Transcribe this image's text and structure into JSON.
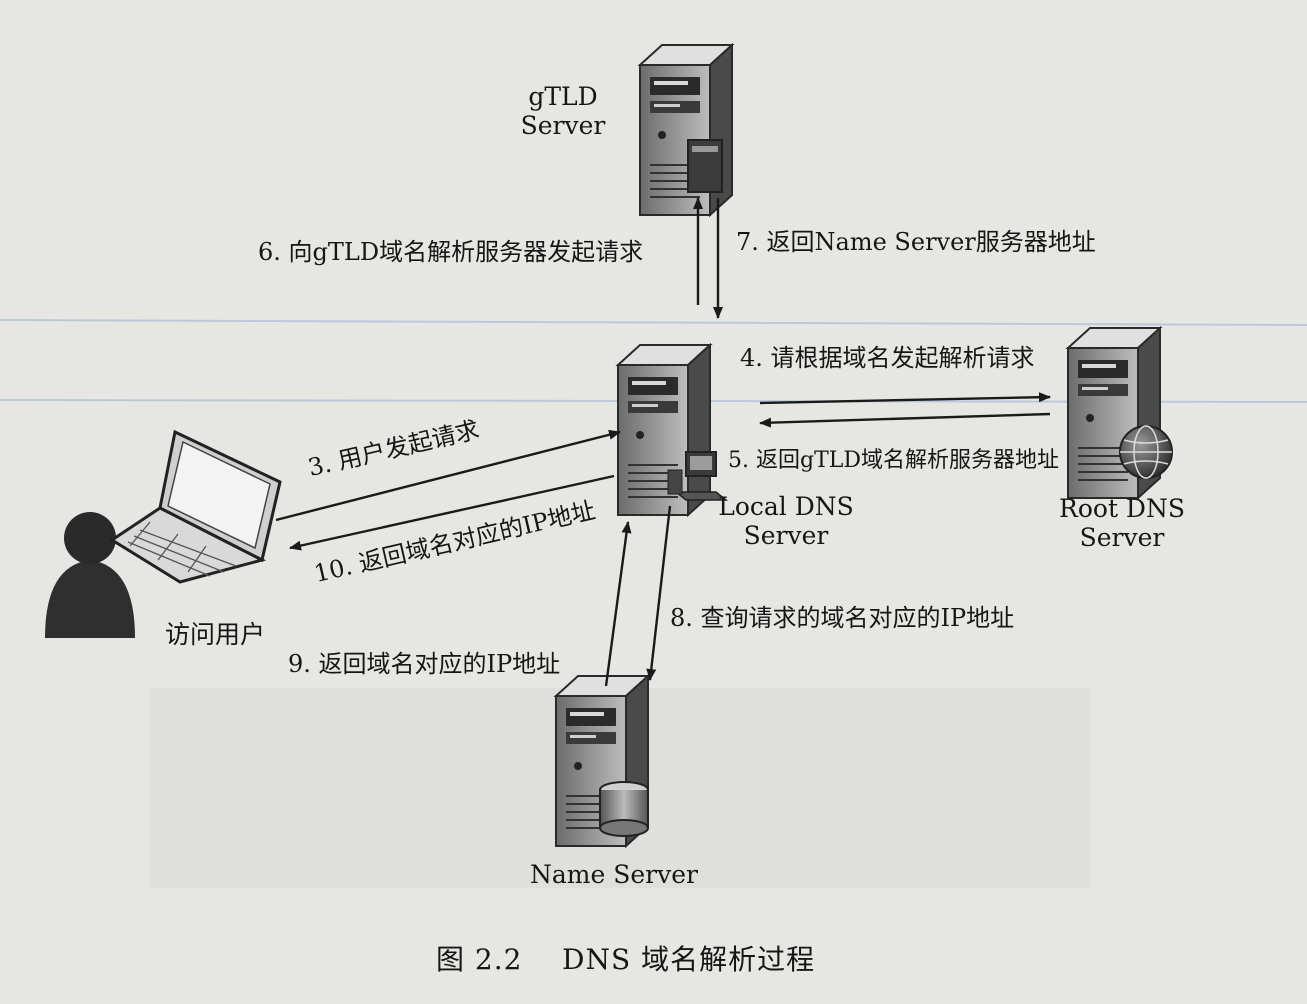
{
  "nodes": {
    "gtld": {
      "label_line1": "gTLD",
      "label_line2": "Server"
    },
    "local": {
      "label_line1": "Local DNS",
      "label_line2": "Server"
    },
    "root": {
      "label_line1": "Root DNS",
      "label_line2": "Server"
    },
    "name": {
      "label": "Name Server"
    },
    "user": {
      "label": "访问用户"
    }
  },
  "steps": {
    "s3": "3. 用户发起请求",
    "s4": "4. 请根据域名发起解析请求",
    "s5": "5. 返回gTLD域名解析服务器地址",
    "s6": "6. 向gTLD域名解析服务器发起请求",
    "s7": "7. 返回Name Server服务器地址",
    "s8": "8. 查询请求的域名对应的IP地址",
    "s9": "9. 返回域名对应的IP地址",
    "s10": "10. 返回域名对应的IP地址"
  },
  "caption": "图 2.2    DNS 域名解析过程"
}
